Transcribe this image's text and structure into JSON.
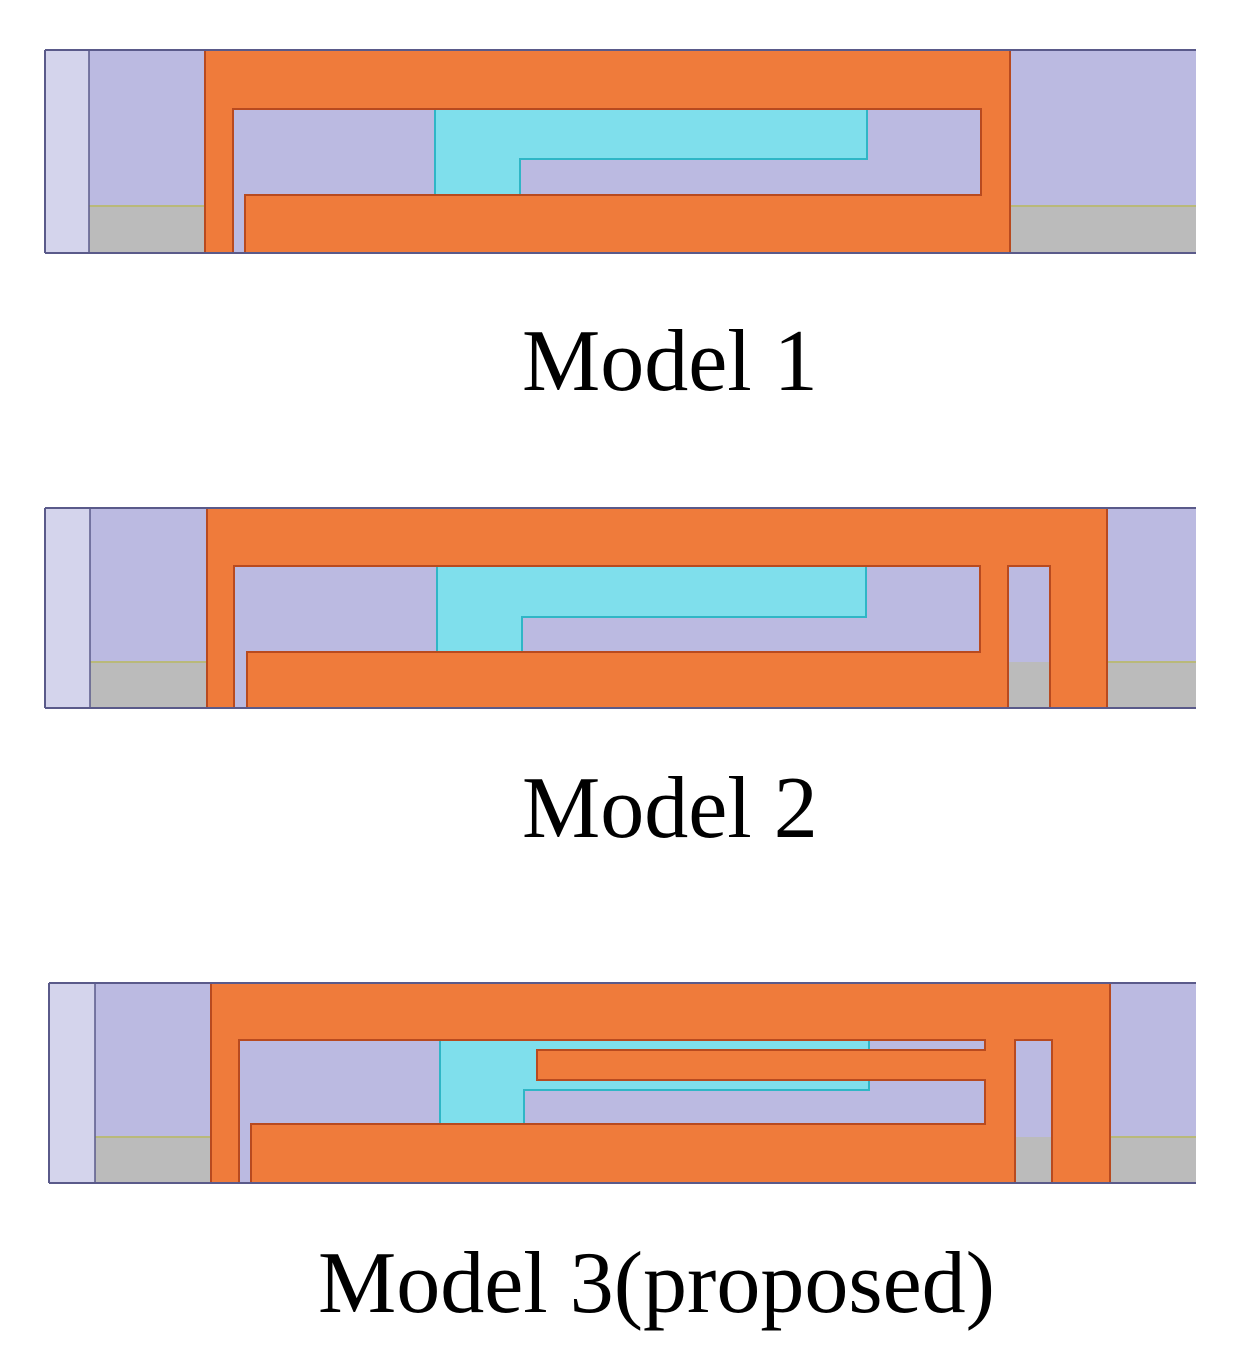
{
  "figure": {
    "panels": [
      {
        "caption": "Model 1"
      },
      {
        "caption": "Model 2"
      },
      {
        "caption": "Model 3(proposed)"
      }
    ]
  },
  "colors": {
    "patch_orange": "#ef7b3b",
    "patch_outline": "#b84a1f",
    "substrate_lavender": "#bbbae1",
    "substrate_light": "#d4d4ec",
    "ground_gray": "#bbbbbb",
    "cyan_region": "#7fdfec",
    "frame_line": "#5a5a8a"
  }
}
